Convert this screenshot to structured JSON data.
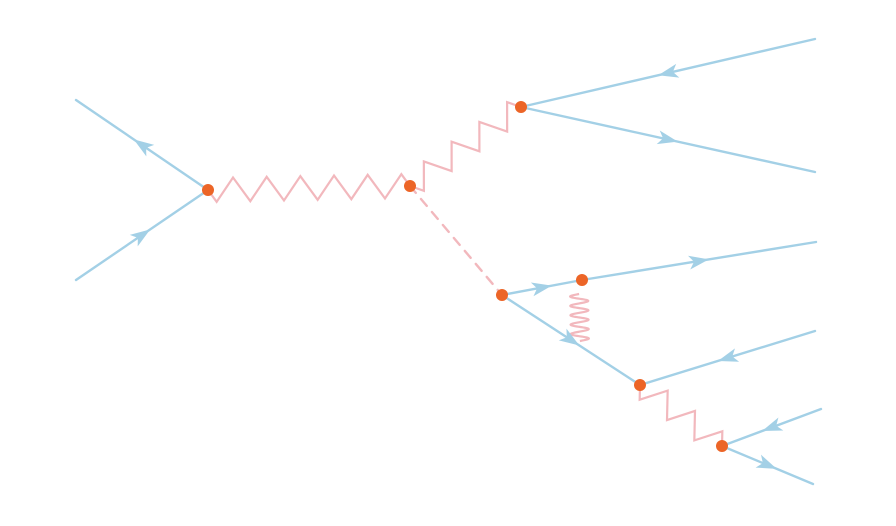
{
  "diagram": {
    "kind": "feynman-diagram",
    "colors": {
      "fermion": "#a3d0e6",
      "boson": "#f2b8bd",
      "vertex": "#ec6527",
      "background": "#ffffff"
    },
    "vertices": [
      {
        "id": "v1",
        "name": "vertex-incoming-annihilation"
      },
      {
        "id": "v2",
        "name": "vertex-boson-split"
      },
      {
        "id": "v3",
        "name": "vertex-upper-pair"
      },
      {
        "id": "v4",
        "name": "vertex-scalar-decay"
      },
      {
        "id": "v5",
        "name": "vertex-gluon-top"
      },
      {
        "id": "v6",
        "name": "vertex-gluon-bottom"
      },
      {
        "id": "v7",
        "name": "vertex-lower-pair"
      }
    ],
    "propagators": [
      {
        "name": "photon-v1-v2",
        "type": "boson-zigzag",
        "from": "v1",
        "to": "v2"
      },
      {
        "name": "photon-v2-v3",
        "type": "boson-zigzag",
        "from": "v2",
        "to": "v3"
      },
      {
        "name": "scalar-v2-v4",
        "type": "scalar-dashed",
        "from": "v2",
        "to": "v4"
      },
      {
        "name": "gluon-v5-v6",
        "type": "gluon-curly",
        "from": "v5",
        "to": "v6"
      },
      {
        "name": "photon-v6-v7",
        "type": "boson-zigzag",
        "from": "v6",
        "to": "v7"
      },
      {
        "name": "fermion-v4-v5",
        "type": "fermion",
        "from": "v4",
        "to": "v5"
      },
      {
        "name": "fermion-v6-v4",
        "type": "fermion",
        "from": "v6",
        "to": "v4"
      }
    ],
    "external_lines": [
      {
        "name": "incoming-fermion-lower-left",
        "vertex": "v1",
        "flow": "in"
      },
      {
        "name": "incoming-antifermion-upper-left",
        "vertex": "v1",
        "flow": "out"
      },
      {
        "name": "outgoing-line-top-right-1",
        "vertex": "v3",
        "flow": "in"
      },
      {
        "name": "outgoing-line-top-right-2",
        "vertex": "v3",
        "flow": "out"
      },
      {
        "name": "outgoing-line-mid-right-1",
        "vertex": "v5",
        "flow": "out"
      },
      {
        "name": "outgoing-line-mid-right-2",
        "vertex": "v6",
        "flow": "in"
      },
      {
        "name": "outgoing-line-bottom-right-1",
        "vertex": "v7",
        "flow": "in"
      },
      {
        "name": "outgoing-line-bottom-right-2",
        "vertex": "v7",
        "flow": "out"
      }
    ]
  }
}
